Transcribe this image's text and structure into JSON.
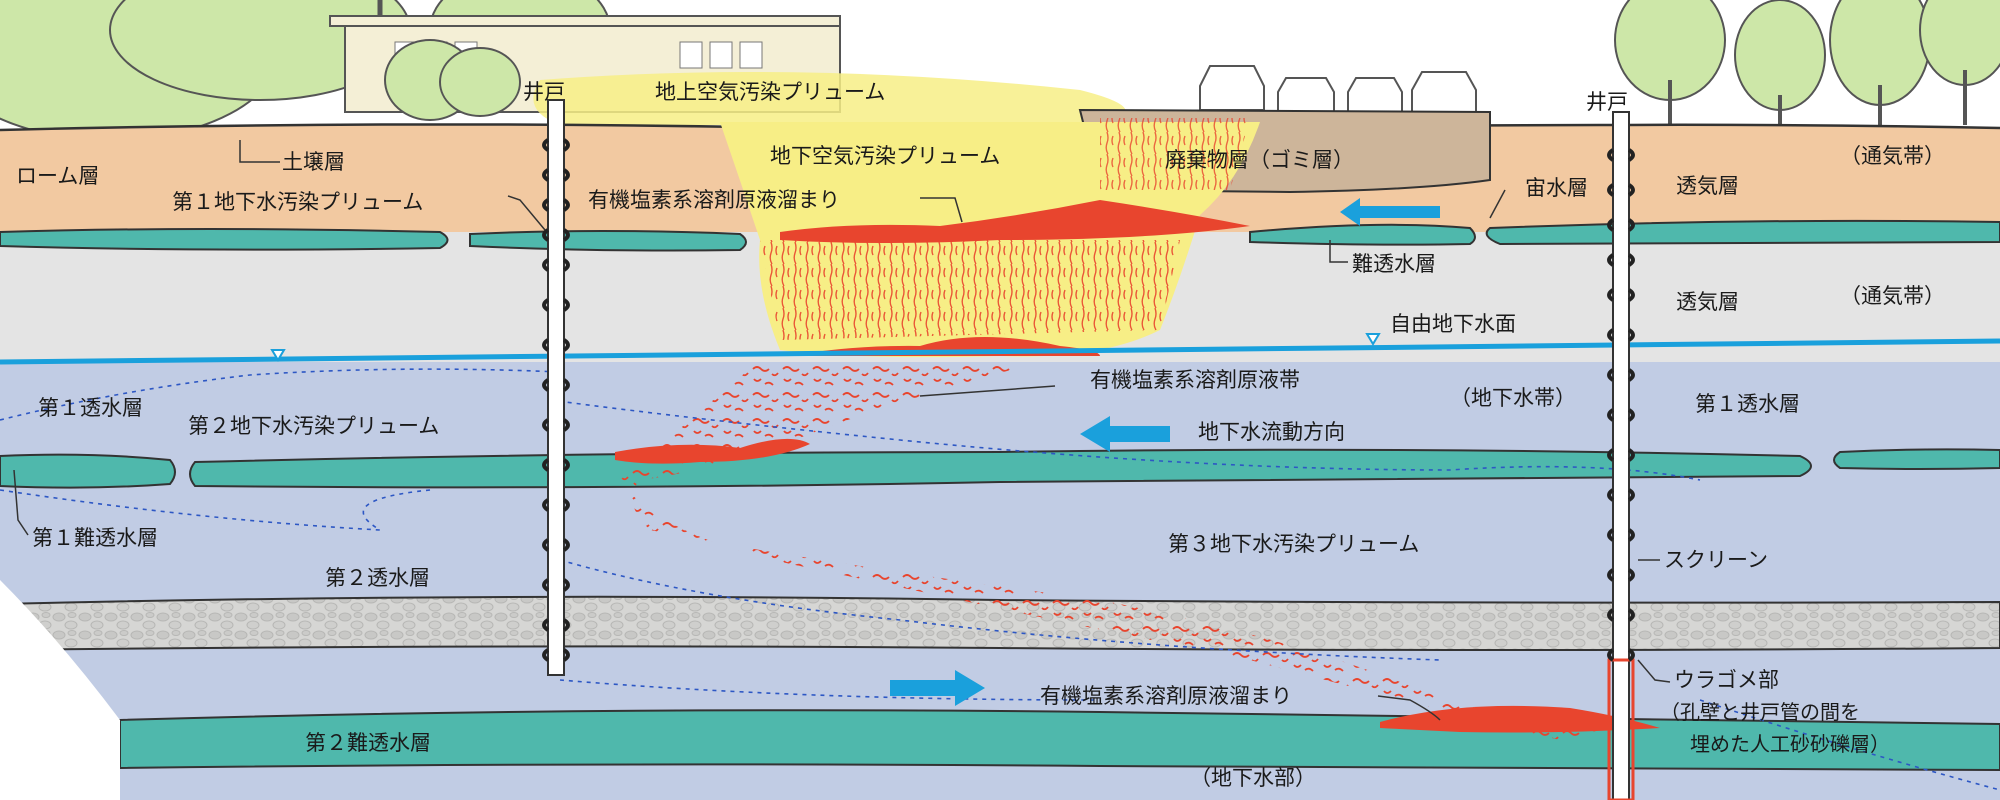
{
  "labels": {
    "well_left": "井戸",
    "well_right": "井戸",
    "above_ground_air_plume": "地上空気汚染プリューム",
    "underground_air_plume": "地下空気汚染プリューム",
    "loam_layer": "ローム層",
    "soil_layer": "土壌層",
    "first_gw_plume": "第１地下水汚染プリューム",
    "chlorinated_pool_upper": "有機塩素系溶剤原液溜まり",
    "waste_layer": "廃棄物層（ゴミ層）",
    "perched_water_layer": "宙水層",
    "permeable_layer_upper": "透気層",
    "vadose_zone_upper": "（通気帯）",
    "aquitard": "難透水層",
    "permeable_layer_lower": "透気層",
    "vadose_zone_lower": "（通気帯）",
    "water_table": "自由地下水面",
    "chlorinated_zone": "有機塩素系溶剤原液帯",
    "groundwater_zone": "（地下水帯）",
    "first_aquifer_left": "第１透水層",
    "first_aquifer_right": "第１透水層",
    "second_gw_plume": "第２地下水汚染プリューム",
    "gw_flow_direction": "地下水流動方向",
    "first_aquitard": "第１難透水層",
    "third_gw_plume": "第３地下水汚染プリューム",
    "screen": "スクリーン",
    "second_aquifer": "第２透水層",
    "annular_seal": "ウラゴメ部",
    "annular_seal_desc_1": "（孔壁と井戸管の間を",
    "annular_seal_desc_2": "埋めた人工砂砂礫層）",
    "chlorinated_pool_lower": "有機塩素系溶剤原液溜まり",
    "second_aquitard": "第２難透水層",
    "groundwater_part": "（地下水部）"
  },
  "colors": {
    "sky": "#ffffff",
    "loam": "#f2c9a1",
    "aquitard": "#4fb8ac",
    "vadose_grey": "#e4e4e4",
    "aquifer_lavender": "#c7c2e2",
    "aquifer_blue": "#bcd6e6",
    "gravel": "#d4d4d2",
    "plume_yellow": "#f7ee86",
    "contaminant_red": "#e8452e",
    "water_table_line": "#1aa0dc",
    "arrow_blue": "#1aa0dc",
    "waste_brown": "#cdb59a",
    "trees": "#cde7a8"
  },
  "icons": {
    "trees": "tree-icon",
    "building": "building-icon",
    "cars": "car-icon",
    "wells": "well-icon",
    "arrows": "arrow-icon"
  }
}
